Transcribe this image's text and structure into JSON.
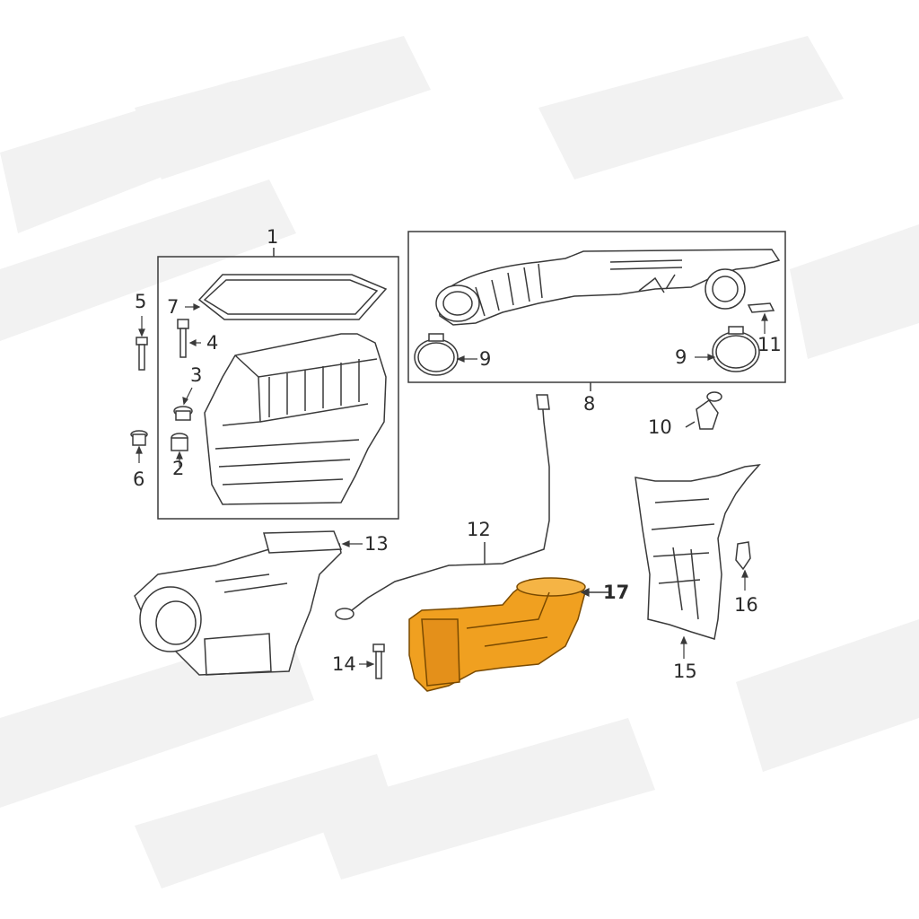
{
  "diagram": {
    "callouts": [
      {
        "id": "c1",
        "text": "1"
      },
      {
        "id": "c2",
        "text": "2"
      },
      {
        "id": "c3",
        "text": "3"
      },
      {
        "id": "c4",
        "text": "4"
      },
      {
        "id": "c5",
        "text": "5"
      },
      {
        "id": "c6",
        "text": "6"
      },
      {
        "id": "c7",
        "text": "7"
      },
      {
        "id": "c8",
        "text": "8"
      },
      {
        "id": "c9a",
        "text": "9"
      },
      {
        "id": "c9b",
        "text": "9"
      },
      {
        "id": "c10",
        "text": "10"
      },
      {
        "id": "c11",
        "text": "11"
      },
      {
        "id": "c12",
        "text": "12"
      },
      {
        "id": "c13",
        "text": "13"
      },
      {
        "id": "c14",
        "text": "14"
      },
      {
        "id": "c15",
        "text": "15"
      },
      {
        "id": "c16",
        "text": "16"
      },
      {
        "id": "c17",
        "text": "17"
      }
    ],
    "highlight_color": "#f0a020",
    "line_color": "#3a3a3a",
    "watermark_color": "#f1f1f1"
  }
}
